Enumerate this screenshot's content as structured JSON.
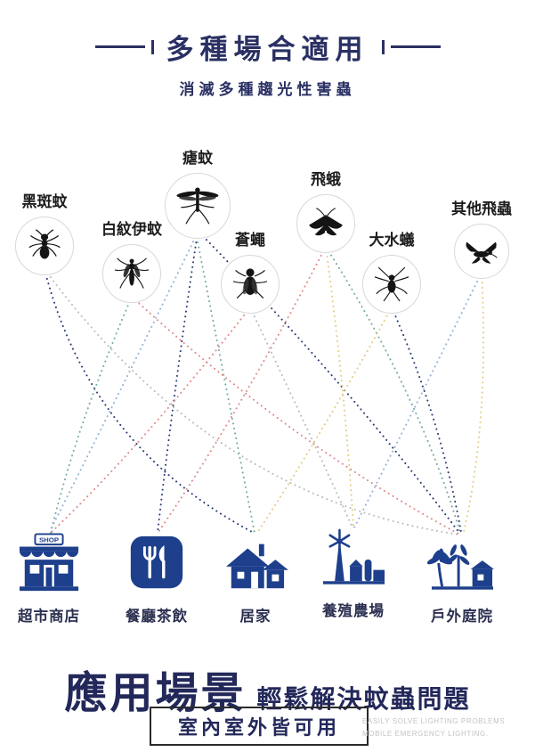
{
  "header": {
    "title": "多種場合適用",
    "subtitle": "消滅多種趨光性害蟲"
  },
  "insects": [
    {
      "label": "黑斑蚊",
      "icon": "ant-mosquito-icon"
    },
    {
      "label": "白紋伊蚊",
      "icon": "striped-mosquito-icon"
    },
    {
      "label": "瘧蚊",
      "icon": "crane-fly-icon"
    },
    {
      "label": "蒼蠅",
      "icon": "fly-icon"
    },
    {
      "label": "飛蛾",
      "icon": "moth-icon"
    },
    {
      "label": "大水蟻",
      "icon": "termite-icon"
    },
    {
      "label": "其他飛蟲",
      "icon": "flying-insect-icon"
    }
  ],
  "scenes": [
    {
      "label": "超市商店",
      "icon": "storefront-icon",
      "sign_text": "SHOP"
    },
    {
      "label": "餐廳茶飲",
      "icon": "restaurant-icon"
    },
    {
      "label": "居家",
      "icon": "home-icon"
    },
    {
      "label": "養殖農場",
      "icon": "farm-icon"
    },
    {
      "label": "戶外庭院",
      "icon": "garden-icon"
    }
  ],
  "footer": {
    "title": "應用場景",
    "subtitle": "輕鬆解決蚊蟲問題",
    "boxed_text": "室內室外皆可用",
    "note_line1": "EASILY SOLVE LIGHTING PROBLEMS",
    "note_line2": "MOBILE EMERGENCY LIGHTING."
  },
  "colors": {
    "navy_title": "#2a3063",
    "icon_navy": "#1d3f8c",
    "line_navy": "#2c3c79",
    "line_red": "#e08a8a",
    "line_teal": "#73ad9c",
    "line_yellow": "#e3cc82",
    "line_gray": "#bcbcbc",
    "line_blue": "#94b2d8"
  }
}
